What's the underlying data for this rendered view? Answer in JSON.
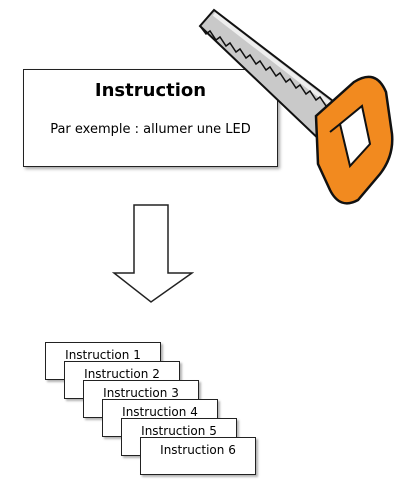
{
  "main": {
    "title": "Instruction",
    "example": "Par exemple : allumer une LED"
  },
  "stack": [
    "Instruction 1",
    "Instruction 2",
    "Instruction 3",
    "Instruction 4",
    "Instruction 5",
    "Instruction 6"
  ],
  "icons": [
    "saw-icon",
    "down-arrow-icon"
  ],
  "colors": {
    "saw_handle": "#f28a1f",
    "saw_blade": "#c9c9c9"
  }
}
